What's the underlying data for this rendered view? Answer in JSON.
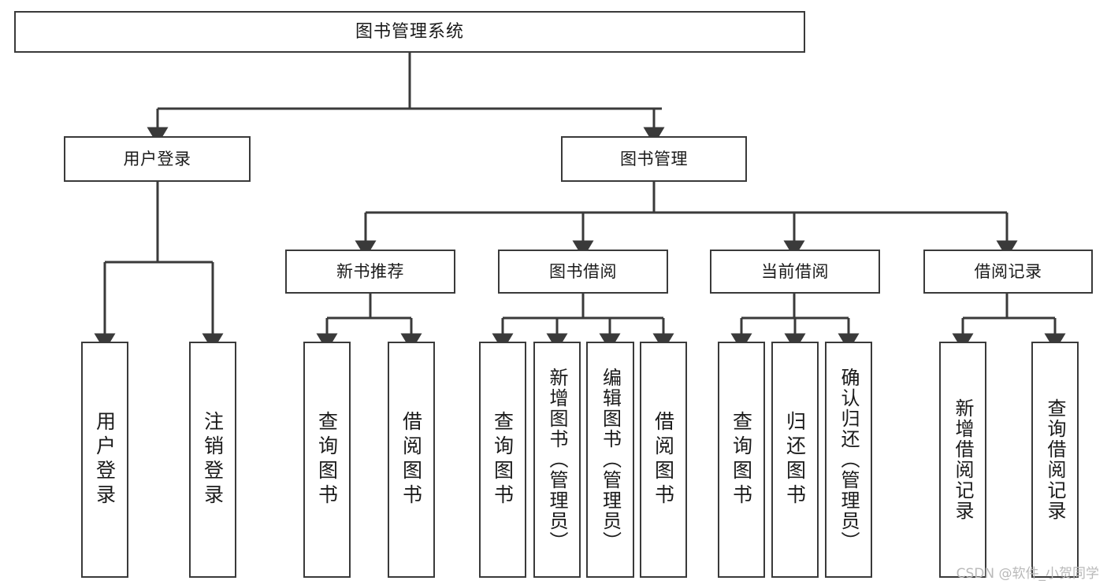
{
  "diagram": {
    "title": "图书管理系统",
    "type": "tree",
    "orientation": "top-down",
    "background_color": "#ffffff",
    "line_color": "#3a3a3a",
    "text_color": "#1a1a1a",
    "root": {
      "id": "root",
      "label": "图书管理系统"
    },
    "level2": [
      {
        "id": "user-login",
        "label": "用户登录"
      },
      {
        "id": "book-manage",
        "label": "图书管理"
      }
    ],
    "level3": [
      {
        "id": "new-book-rec",
        "label": "新书推荐",
        "parent": "book-manage"
      },
      {
        "id": "book-borrow",
        "label": "图书借阅",
        "parent": "book-manage"
      },
      {
        "id": "current-borrow",
        "label": "当前借阅",
        "parent": "book-manage"
      },
      {
        "id": "borrow-record",
        "label": "借阅记录",
        "parent": "book-manage"
      }
    ],
    "leaves": [
      {
        "id": "leaf-user-login",
        "label": "用户登录",
        "parent": "user-login"
      },
      {
        "id": "leaf-user-logout",
        "label": "注销登录",
        "parent": "user-login"
      },
      {
        "id": "leaf-rec-query-book",
        "label": "查询图书",
        "parent": "new-book-rec"
      },
      {
        "id": "leaf-rec-borrow-book",
        "label": "借阅图书",
        "parent": "new-book-rec"
      },
      {
        "id": "leaf-borrow-query-book",
        "label": "查询图书",
        "parent": "book-borrow"
      },
      {
        "id": "leaf-borrow-add-book",
        "label": "新增图书（管理员）",
        "parent": "book-borrow"
      },
      {
        "id": "leaf-borrow-edit-book",
        "label": "编辑图书（管理员）",
        "parent": "book-borrow"
      },
      {
        "id": "leaf-borrow-borrow-book",
        "label": "借阅图书",
        "parent": "book-borrow"
      },
      {
        "id": "leaf-cur-query-book",
        "label": "查询图书",
        "parent": "current-borrow"
      },
      {
        "id": "leaf-cur-return-book",
        "label": "归还图书",
        "parent": "current-borrow"
      },
      {
        "id": "leaf-cur-confirm-return",
        "label": "确认归还（管理员）",
        "parent": "current-borrow"
      },
      {
        "id": "leaf-rec-add-record",
        "label": "新增借阅记录",
        "parent": "borrow-record"
      },
      {
        "id": "leaf-rec-query-record",
        "label": "查询借阅记录",
        "parent": "borrow-record"
      }
    ]
  },
  "watermark": {
    "text": "CSDN @软件_小贺同学"
  }
}
